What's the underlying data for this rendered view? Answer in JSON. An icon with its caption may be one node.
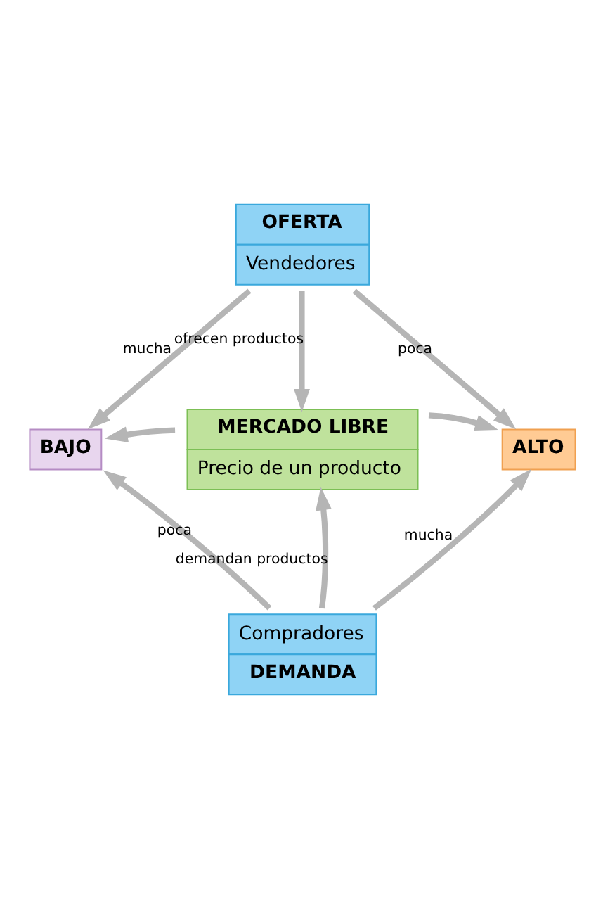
{
  "diagram": {
    "nodes": [
      {
        "text": [
          "OFERTA",
          "Vendedores"
        ]
      },
      {
        "text": [
          "MERCADO LIBRE",
          "Precio de un producto"
        ]
      },
      {
        "text": [
          "BAJO"
        ]
      },
      {
        "text": [
          "ALTO"
        ]
      },
      {
        "text": [
          "Compradores",
          "DEMANDA"
        ]
      }
    ],
    "edges": [
      {
        "from": 0,
        "to": 2,
        "arrow": "to",
        "label": "mucha"
      },
      {
        "from": 0,
        "to": 3,
        "arrow": "to",
        "label": "poca"
      },
      {
        "from": 0,
        "to": 1,
        "arrow": "to",
        "label": "ofrecen productos"
      },
      {
        "from": 1,
        "to": 2,
        "arrow": "to"
      },
      {
        "from": 1,
        "to": 3,
        "arrow": "to"
      },
      {
        "from": 4,
        "to": 1,
        "arrow": "to",
        "label": "demandan productos"
      },
      {
        "from": 4,
        "to": 2,
        "arrow": "to",
        "label": "poca"
      },
      {
        "from": 4,
        "to": 3,
        "arrow": "to",
        "label": "mucha"
      }
    ]
  }
}
